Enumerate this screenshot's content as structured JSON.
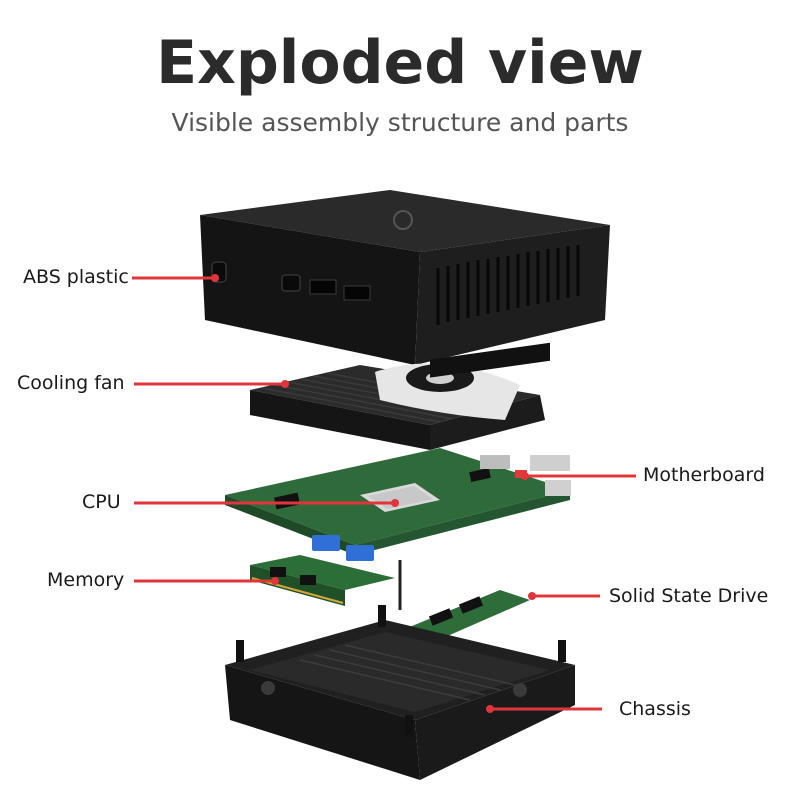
{
  "header": {
    "title": "Exploded view",
    "subtitle": "Visible assembly structure and parts"
  },
  "callouts": [
    {
      "id": "abs-plastic",
      "label": "ABS plastic"
    },
    {
      "id": "cooling-fan",
      "label": "Cooling fan"
    },
    {
      "id": "cpu",
      "label": "CPU"
    },
    {
      "id": "memory",
      "label": "Memory"
    },
    {
      "id": "motherboard",
      "label": "Motherboard"
    },
    {
      "id": "ssd",
      "label": "Solid State Drive"
    },
    {
      "id": "chassis",
      "label": "Chassis"
    }
  ],
  "colors": {
    "callout_line": "#e0363b",
    "case": "#1c1c1c",
    "pcb": "#2f6b3a",
    "heatsink": "#222222",
    "fan": "#e8e8e8",
    "usb": "#2f6fd6"
  }
}
